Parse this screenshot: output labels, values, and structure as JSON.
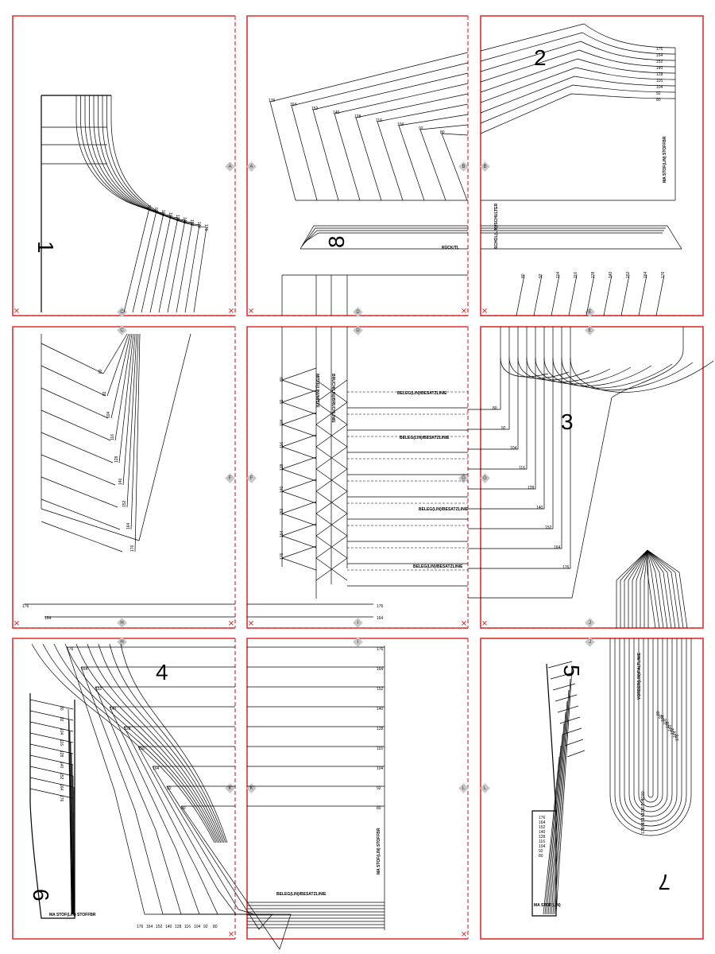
{
  "pieces": [
    {
      "num": "1"
    },
    {
      "num": "2"
    },
    {
      "num": "3"
    },
    {
      "num": "4"
    },
    {
      "num": "5"
    },
    {
      "num": "6"
    },
    {
      "num": "7"
    },
    {
      "num": "8"
    }
  ],
  "diamonds": [
    "A",
    "B",
    "C",
    "D",
    "E",
    "F",
    "G",
    "H",
    "I",
    "J",
    "K",
    "L"
  ],
  "labels": {
    "belegline": "BELEG(LIN)/BESATZLINIE",
    "stoff": "MA STOF(LIN) STOFFBR",
    "bruch": "MA STOF(LIN)",
    "ruckmitte": "RÜCK/TL",
    "vorderlinie": "VORDER(LIN)/FALTLINIE",
    "schulter": "SCHOL(LIN)/SCHULTER",
    "stoff_short": "MA STOF(LIN) STOFFBR",
    "mittellinie": "MITTE(LIN)/MITTE",
    "bruchlinie": "BRUCH(LIN)/BRUCHLINIE"
  },
  "sizes": [
    "176",
    "164",
    "152",
    "140",
    "128",
    "116",
    "104",
    "92",
    "80"
  ],
  "sizes_asc": [
    "80",
    "92",
    "104",
    "116",
    "128",
    "140",
    "152",
    "164",
    "176"
  ],
  "cut_mark": "✕"
}
